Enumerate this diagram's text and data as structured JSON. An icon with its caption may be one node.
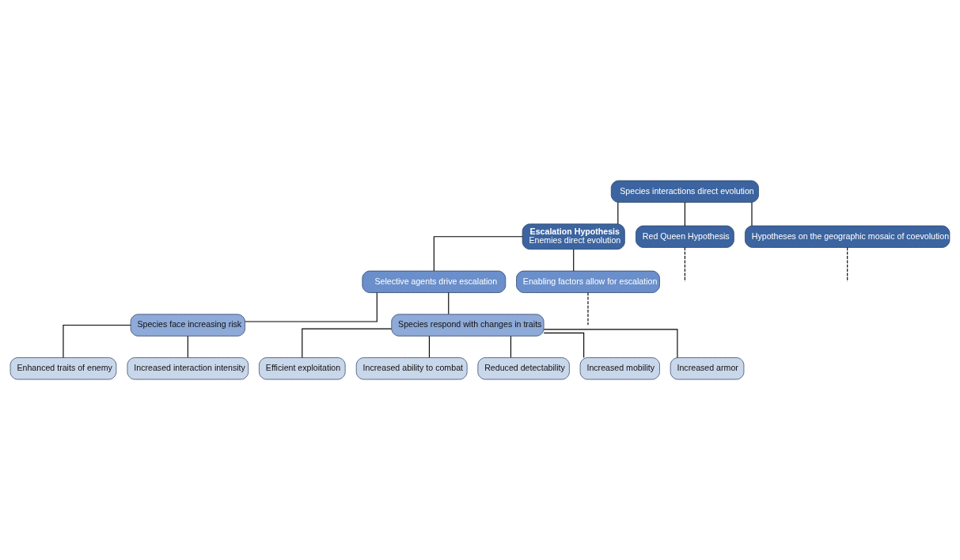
{
  "diagram": {
    "nodes": [
      {
        "text": [
          "Species interactions direct evolution"
        ]
      },
      {
        "text": [
          "Escalation Hypothesis",
          "Enemies direct evolution"
        ]
      },
      {
        "text": [
          "Red Queen Hypothesis"
        ]
      },
      {
        "text": [
          "Hypotheses on the geographic mosaic of coevolution"
        ]
      },
      {
        "text": [
          "Selective agents drive escalation"
        ]
      },
      {
        "text": [
          "Enabling factors allow for escalation"
        ]
      },
      {
        "text": [
          "Species face increasing risk"
        ]
      },
      {
        "text": [
          "Species respond with changes in traits"
        ]
      },
      {
        "text": [
          "Enhanced traits of enemy"
        ]
      },
      {
        "text": [
          "Increased interaction intensity"
        ]
      },
      {
        "text": [
          "Efficient exploitation"
        ]
      },
      {
        "text": [
          "Increased ability to combat"
        ]
      },
      {
        "text": [
          "Reduced detectability"
        ]
      },
      {
        "text": [
          "Increased mobility"
        ]
      },
      {
        "text": [
          "Increased armor"
        ]
      }
    ],
    "edges": [
      {
        "from": 0,
        "to": 1,
        "arrow": "none"
      },
      {
        "from": 0,
        "to": 2,
        "arrow": "none"
      },
      {
        "from": 0,
        "to": 3,
        "arrow": "none"
      },
      {
        "from": 2,
        "to": null,
        "arrow": "none",
        "style": "dashed"
      },
      {
        "from": 3,
        "to": null,
        "arrow": "none",
        "style": "dashed"
      },
      {
        "from": 1,
        "to": 4,
        "arrow": "none"
      },
      {
        "from": 1,
        "to": 5,
        "arrow": "none"
      },
      {
        "from": 5,
        "to": null,
        "arrow": "none",
        "style": "dashed"
      },
      {
        "from": 4,
        "to": 6,
        "arrow": "none"
      },
      {
        "from": 4,
        "to": 7,
        "arrow": "none"
      },
      {
        "from": 6,
        "to": 8,
        "arrow": "none"
      },
      {
        "from": 6,
        "to": 9,
        "arrow": "none"
      },
      {
        "from": 7,
        "to": 10,
        "arrow": "none"
      },
      {
        "from": 7,
        "to": 11,
        "arrow": "none"
      },
      {
        "from": 7,
        "to": 12,
        "arrow": "none"
      },
      {
        "from": 7,
        "to": 13,
        "arrow": "none"
      },
      {
        "from": 7,
        "to": 14,
        "arrow": "none"
      }
    ]
  }
}
